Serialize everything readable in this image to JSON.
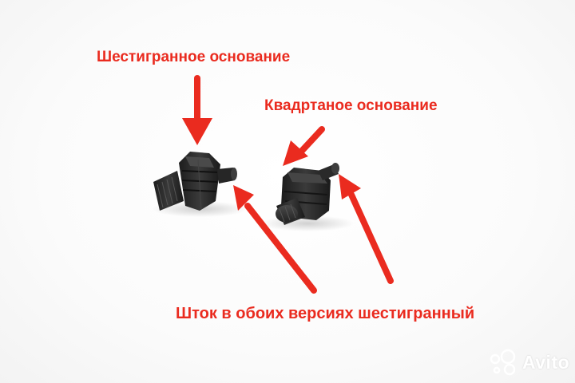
{
  "labels": {
    "hex_base": "Шестигранное основание",
    "square_base": "Квадртаное основание",
    "stem": "Шток в обоих версиях шестигранный"
  },
  "watermark": {
    "brand": "Avito"
  },
  "colors": {
    "annotation": "#ea2b1f",
    "part": "#2b2b2b",
    "part_light": "#4a4a4a",
    "watermark": "#ffffff"
  }
}
